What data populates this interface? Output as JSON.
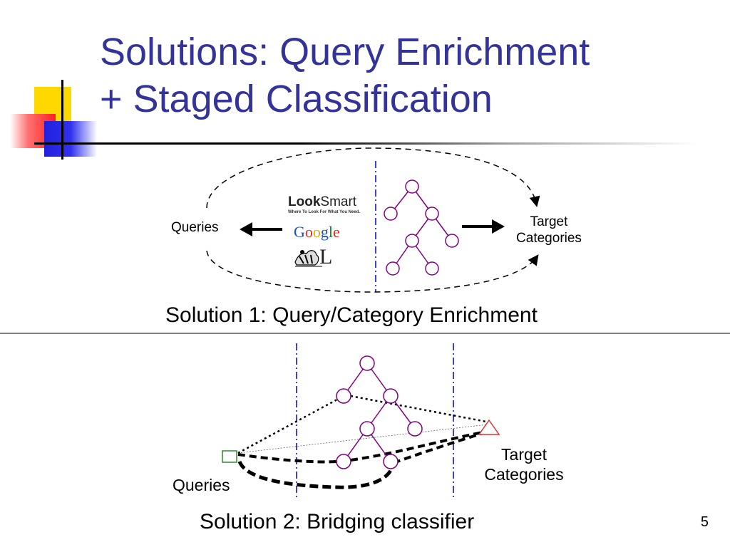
{
  "slide": {
    "title_line1": "Solutions: Query Enrichment",
    "title_line2": "+ Staged Classification",
    "page_number": "5"
  },
  "solution1": {
    "caption": "Solution 1: Query/Category Enrichment",
    "queries_label": "Queries",
    "target_label_line1": "Target",
    "target_label_line2": "Categories",
    "logos": {
      "looksmart_left": "Look",
      "looksmart_right": "Smart",
      "looksmart_tagline": "Where To Look For What You Need.",
      "google": [
        "G",
        "o",
        "o",
        "g",
        "l",
        "e"
      ],
      "odp_letter": "L"
    }
  },
  "solution2": {
    "caption": "Solution 2: Bridging classifier",
    "queries_label": "Queries",
    "target_label_line1": "Target",
    "target_label_line2": "Categories"
  },
  "colors": {
    "title": "#333399",
    "tree_nodes": "#800080",
    "divider_dashdot": "#0000cc",
    "query_square": "#2e8b2e",
    "target_triangle": "#e03030"
  }
}
